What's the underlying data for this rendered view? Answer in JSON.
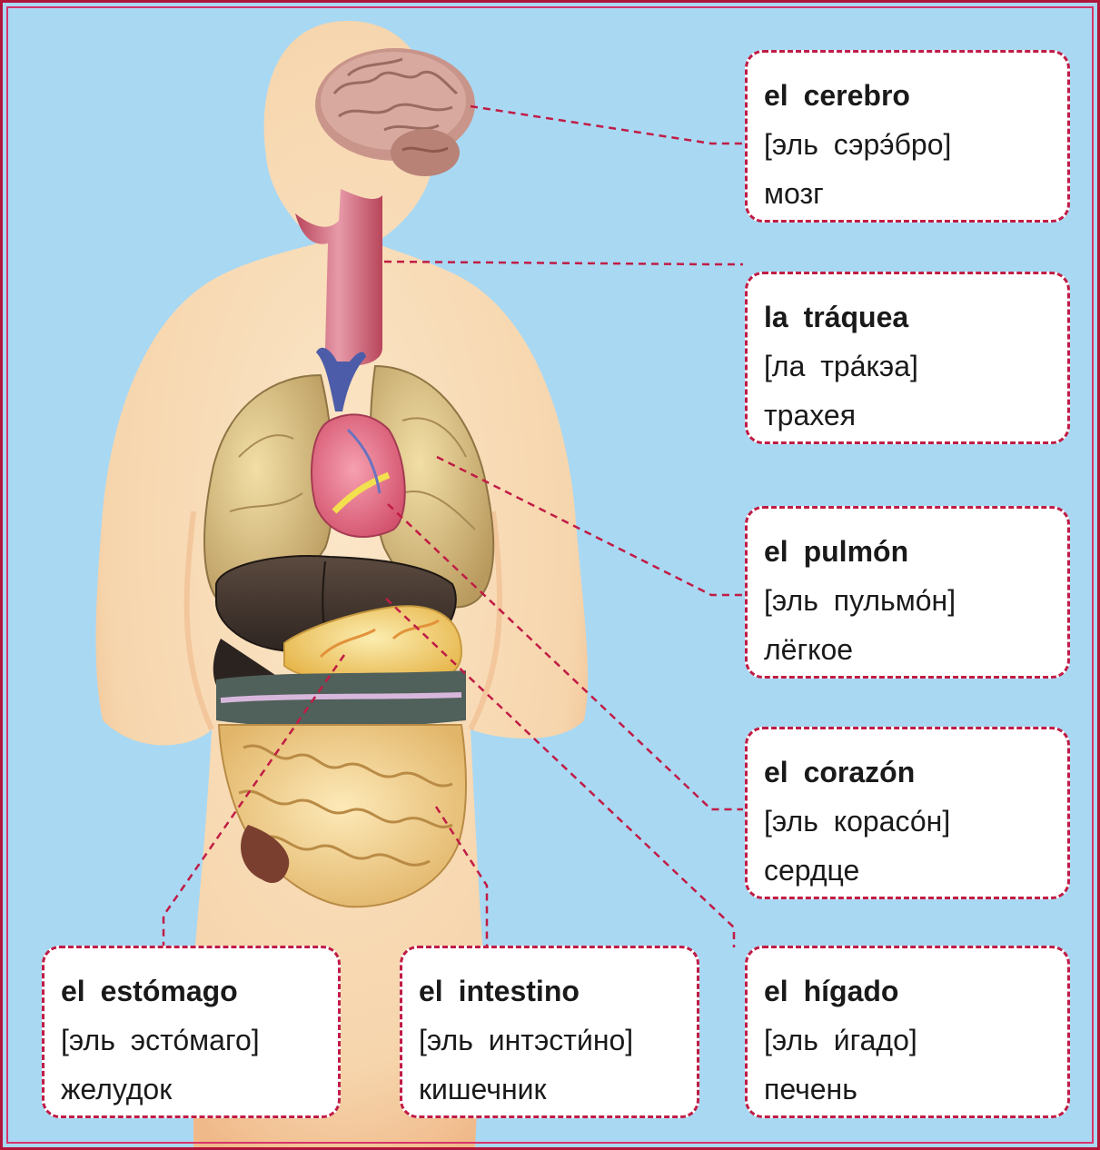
{
  "colors": {
    "background": "#a9d8f3",
    "frame": "#b0153a",
    "leader_line": "#c01c45",
    "body_silhouette": "#f6d8b0"
  },
  "illustration": {
    "organs": [
      "brain",
      "trachea",
      "lungs",
      "heart",
      "liver",
      "stomach",
      "intestine"
    ]
  },
  "labels": {
    "cerebro": {
      "word": "el cerebro",
      "pron": "[эль сэрэ́бро]",
      "tr": "мозг"
    },
    "traquea": {
      "word": "la tráquea",
      "pron": "[ла тра́кэа]",
      "tr": "трахея"
    },
    "pulmon": {
      "word": "el pulmón",
      "pron": "[эль пульмо́н]",
      "tr": "лёгкое"
    },
    "corazon": {
      "word": "el corazón",
      "pron": "[эль корасо́н]",
      "tr": "сердце"
    },
    "estomago": {
      "word": "el estómago",
      "pron": "[эль эсто́маго]",
      "tr": "желудок"
    },
    "intestino": {
      "word": "el intestino",
      "pron": "[эль интэсти́но]",
      "tr": "кишечник"
    },
    "higado": {
      "word": "el hígado",
      "pron": "[эль и́гадо]",
      "tr": "печень"
    }
  }
}
